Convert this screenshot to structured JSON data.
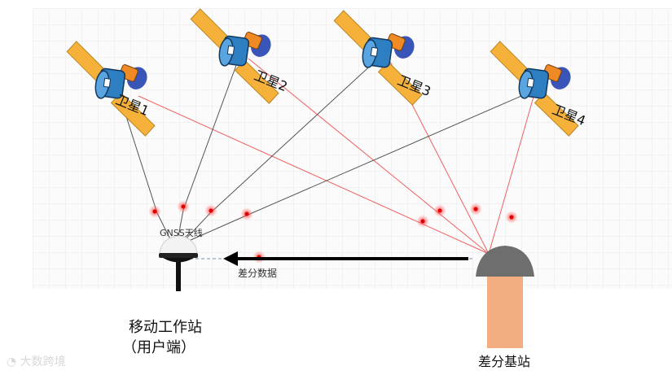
{
  "satellites": [
    {
      "label": "卫星1"
    },
    {
      "label": "卫星2"
    },
    {
      "label": "卫星3"
    },
    {
      "label": "卫星4"
    }
  ],
  "antenna_label": "GNSS天线",
  "diff_data_label": "差分数据",
  "mobile_station": {
    "line1": "移动工作站",
    "line2": "（用户端）"
  },
  "base_station_label": "差分基站",
  "watermark": "大数跨境",
  "colors": {
    "panel": "#f6b13a",
    "body_blue": "#2e7fc1",
    "dish_orange": "#f08a24",
    "red_line": "#f06060",
    "gray_line": "#555555",
    "dome": "#6e6e6e",
    "base_pillar": "#f2ad80"
  }
}
